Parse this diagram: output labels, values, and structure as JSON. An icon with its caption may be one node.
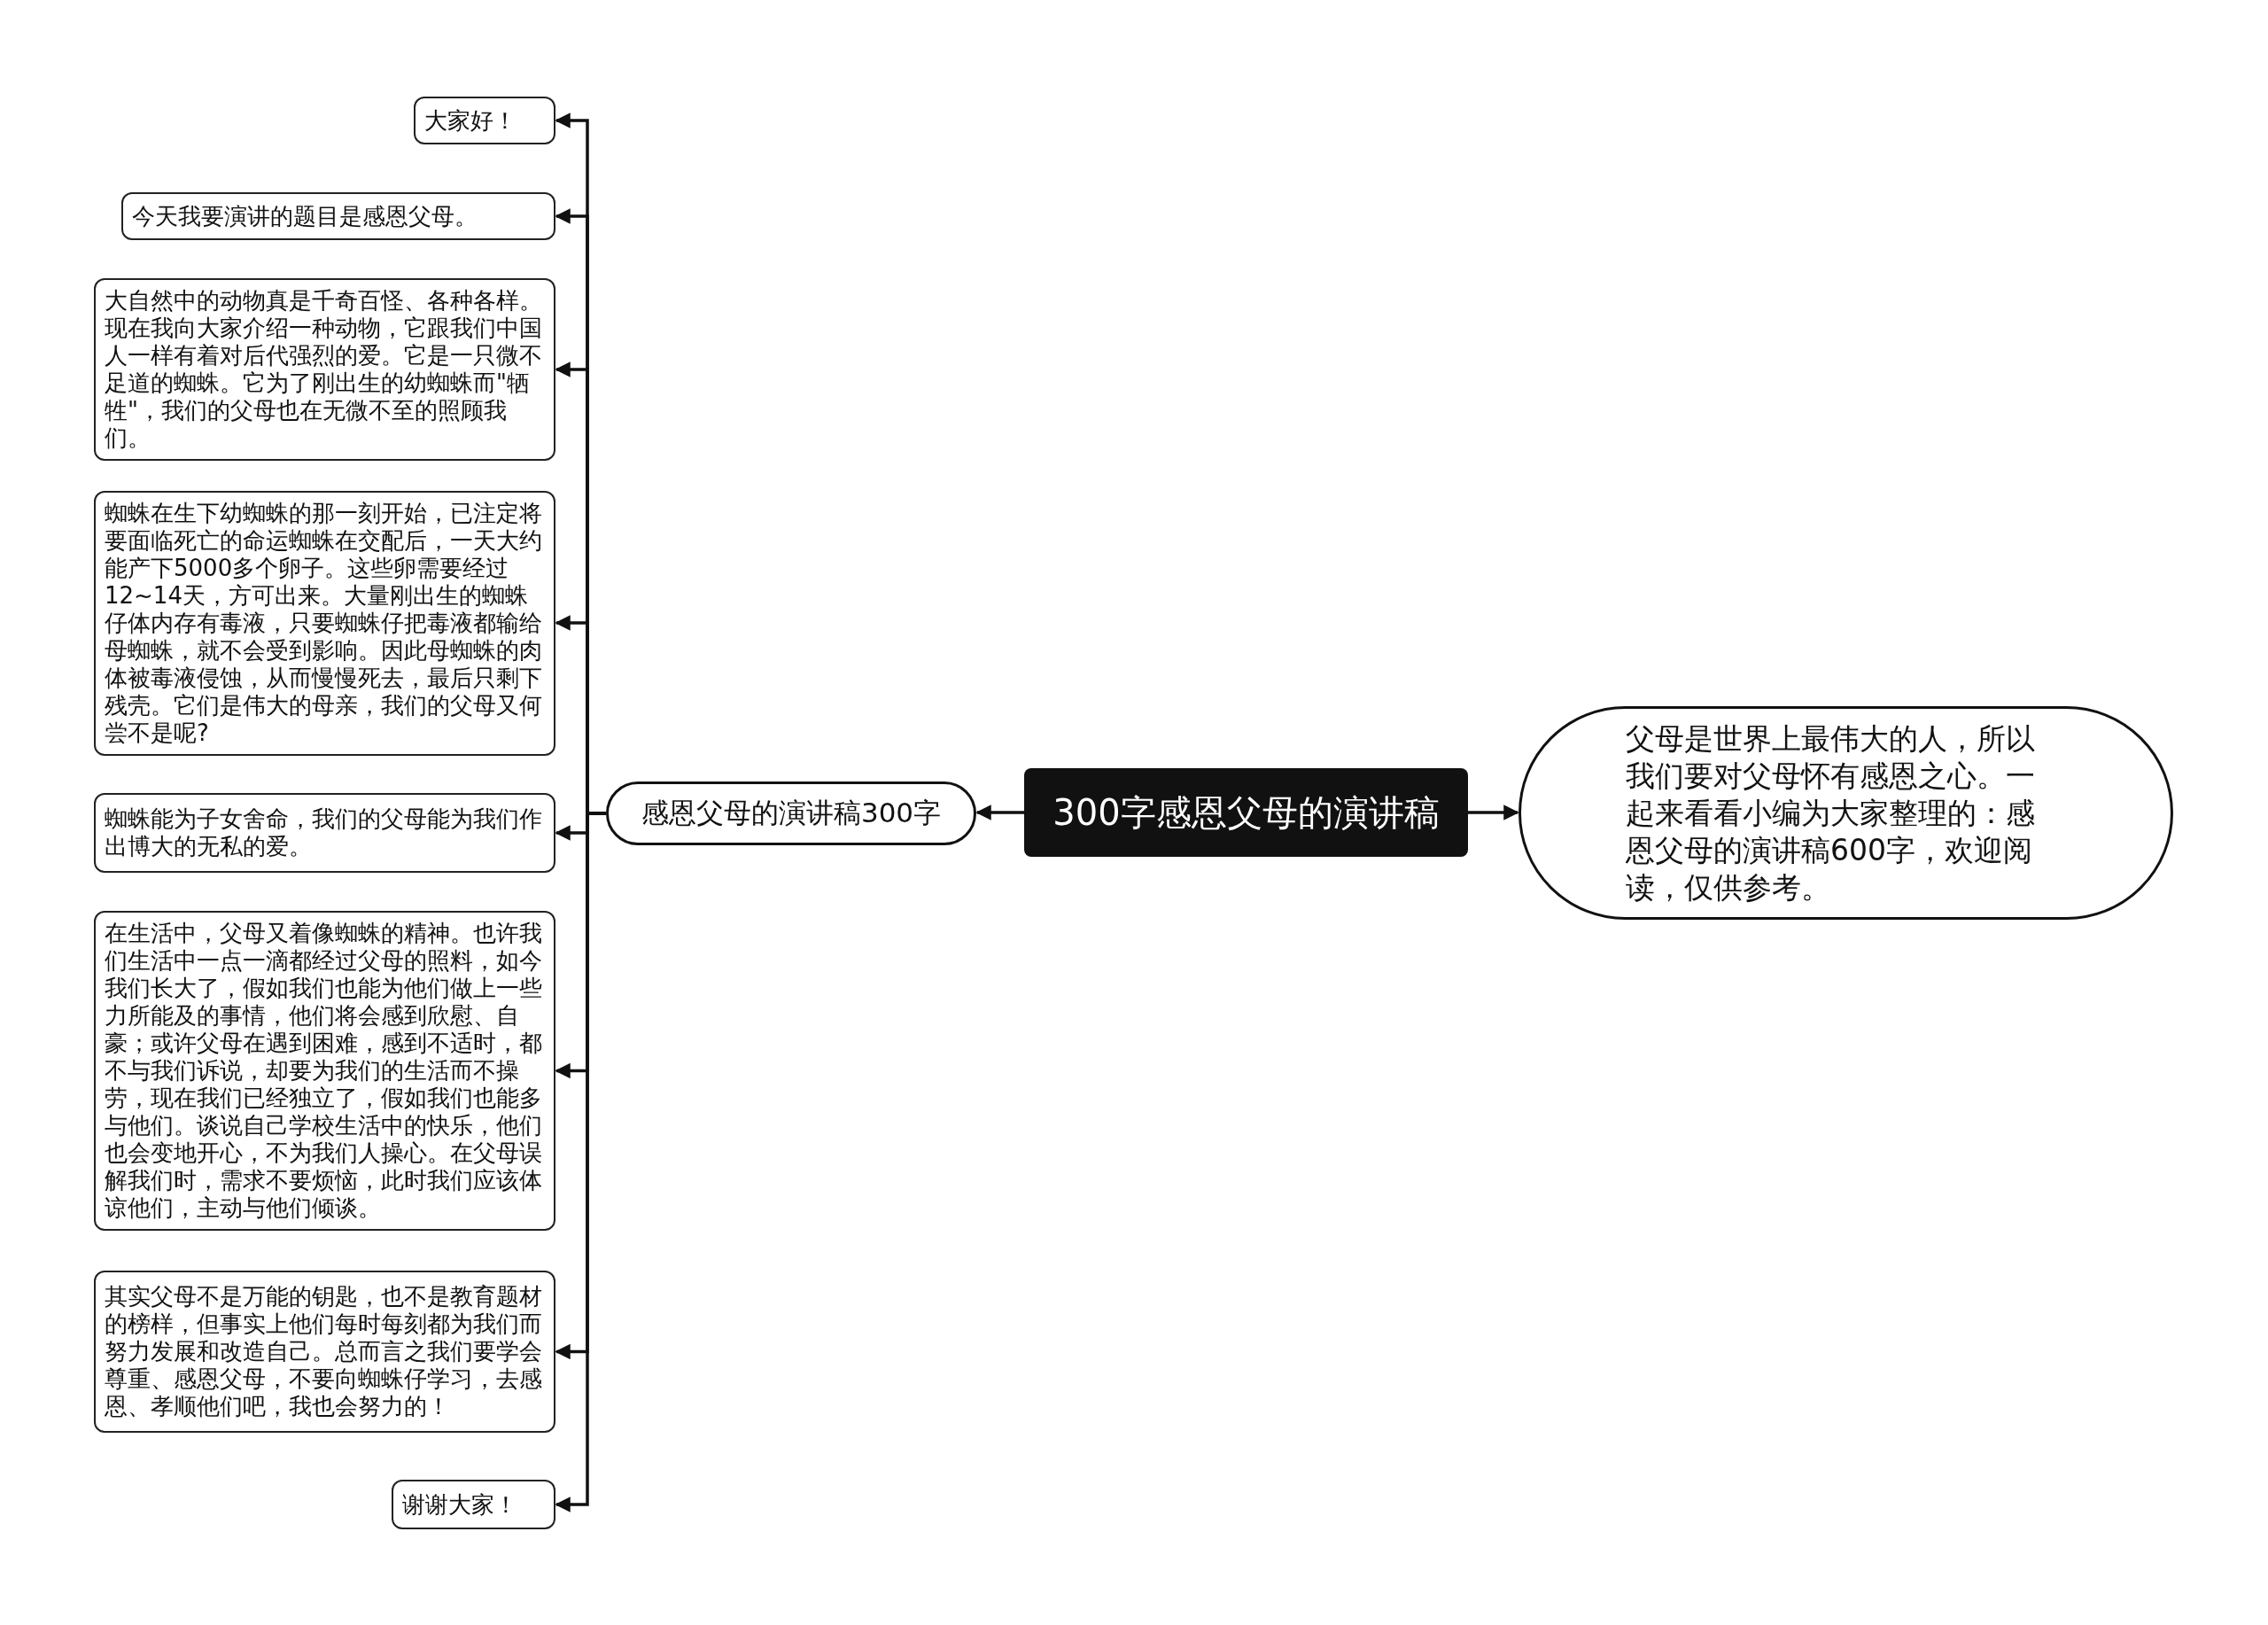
{
  "diagram": {
    "nodes": [
      {
        "text": [
          "300字感恩父母的演讲稿"
        ]
      },
      {
        "text": [
          "父母是世界上最伟大的人，所以我们要对父母怀有感恩之心。一起来看看小编为大家整理的：感恩父母的演讲稿600字，欢迎阅读，仅供参考。"
        ]
      },
      {
        "text": [
          "感恩父母的演讲稿300字"
        ]
      },
      {
        "text": [
          "大家好！"
        ]
      },
      {
        "text": [
          "今天我要演讲的题目是感恩父母。"
        ]
      },
      {
        "text": [
          "大自然中的动物真是千奇百怪、各种各样。现在我向大家介绍一种动物，它跟我们中国人一样有着对后代强烈的爱。它是一只微不足道的蜘蛛。它为了刚出生的幼蜘蛛而\"牺牲\"，我们的父母也在无微不至的照顾我们。"
        ]
      },
      {
        "text": [
          "蜘蛛在生下幼蜘蛛的那一刻开始，已注定将要面临死亡的命运蜘蛛在交配后，一天大约能产下5000多个卵子。这些卵需要经过12~14天，方可出来。大量刚出生的蜘蛛仔体内存有毒液，只要蜘蛛仔把毒液都输给母蜘蛛，就不会受到影响。因此母蜘蛛的肉体被毒液侵蚀，从而慢慢死去，最后只剩下残壳。它们是伟大的母亲，我们的父母又何尝不是呢?"
        ]
      },
      {
        "text": [
          "蜘蛛能为子女舍命，我们的父母能为我们作出博大的无私的爱。"
        ]
      },
      {
        "text": [
          "在生活中，父母又着像蜘蛛的精神。也许我们生活中一点一滴都经过父母的照料，如今我们长大了，假如我们也能为他们做上一些力所能及的事情，他们将会感到欣慰、自豪；或许父母在遇到困难，感到不适时，都不与我们诉说，却要为我们的生活而不操劳，现在我们已经独立了，假如我们也能多与他们。谈说自己学校生活中的快乐，他们也会变地开心，不为我们人操心。在父母误解我们时，需求不要烦恼，此时我们应该体谅他们，主动与他们倾谈。"
        ]
      },
      {
        "text": [
          "其实父母不是万能的钥匙，也不是教育题材的榜样，但事实上他们每时每刻都为我们而努力发展和改造自己。总而言之我们要学会尊重、感恩父母，不要向蜘蛛仔学习，去感恩、孝顺他们吧，我也会努力的！"
        ]
      },
      {
        "text": [
          "谢谢大家！"
        ]
      }
    ],
    "edges": [
      {
        "from": 0,
        "to": 1,
        "arrow": "to"
      },
      {
        "from": 0,
        "to": 2,
        "arrow": "to"
      },
      {
        "from": 2,
        "to": 3,
        "arrow": "to"
      },
      {
        "from": 2,
        "to": 4,
        "arrow": "to"
      },
      {
        "from": 2,
        "to": 5,
        "arrow": "to"
      },
      {
        "from": 2,
        "to": 6,
        "arrow": "to"
      },
      {
        "from": 2,
        "to": 7,
        "arrow": "to"
      },
      {
        "from": 2,
        "to": 8,
        "arrow": "to"
      },
      {
        "from": 2,
        "to": 9,
        "arrow": "to"
      },
      {
        "from": 2,
        "to": 10,
        "arrow": "to"
      }
    ]
  }
}
